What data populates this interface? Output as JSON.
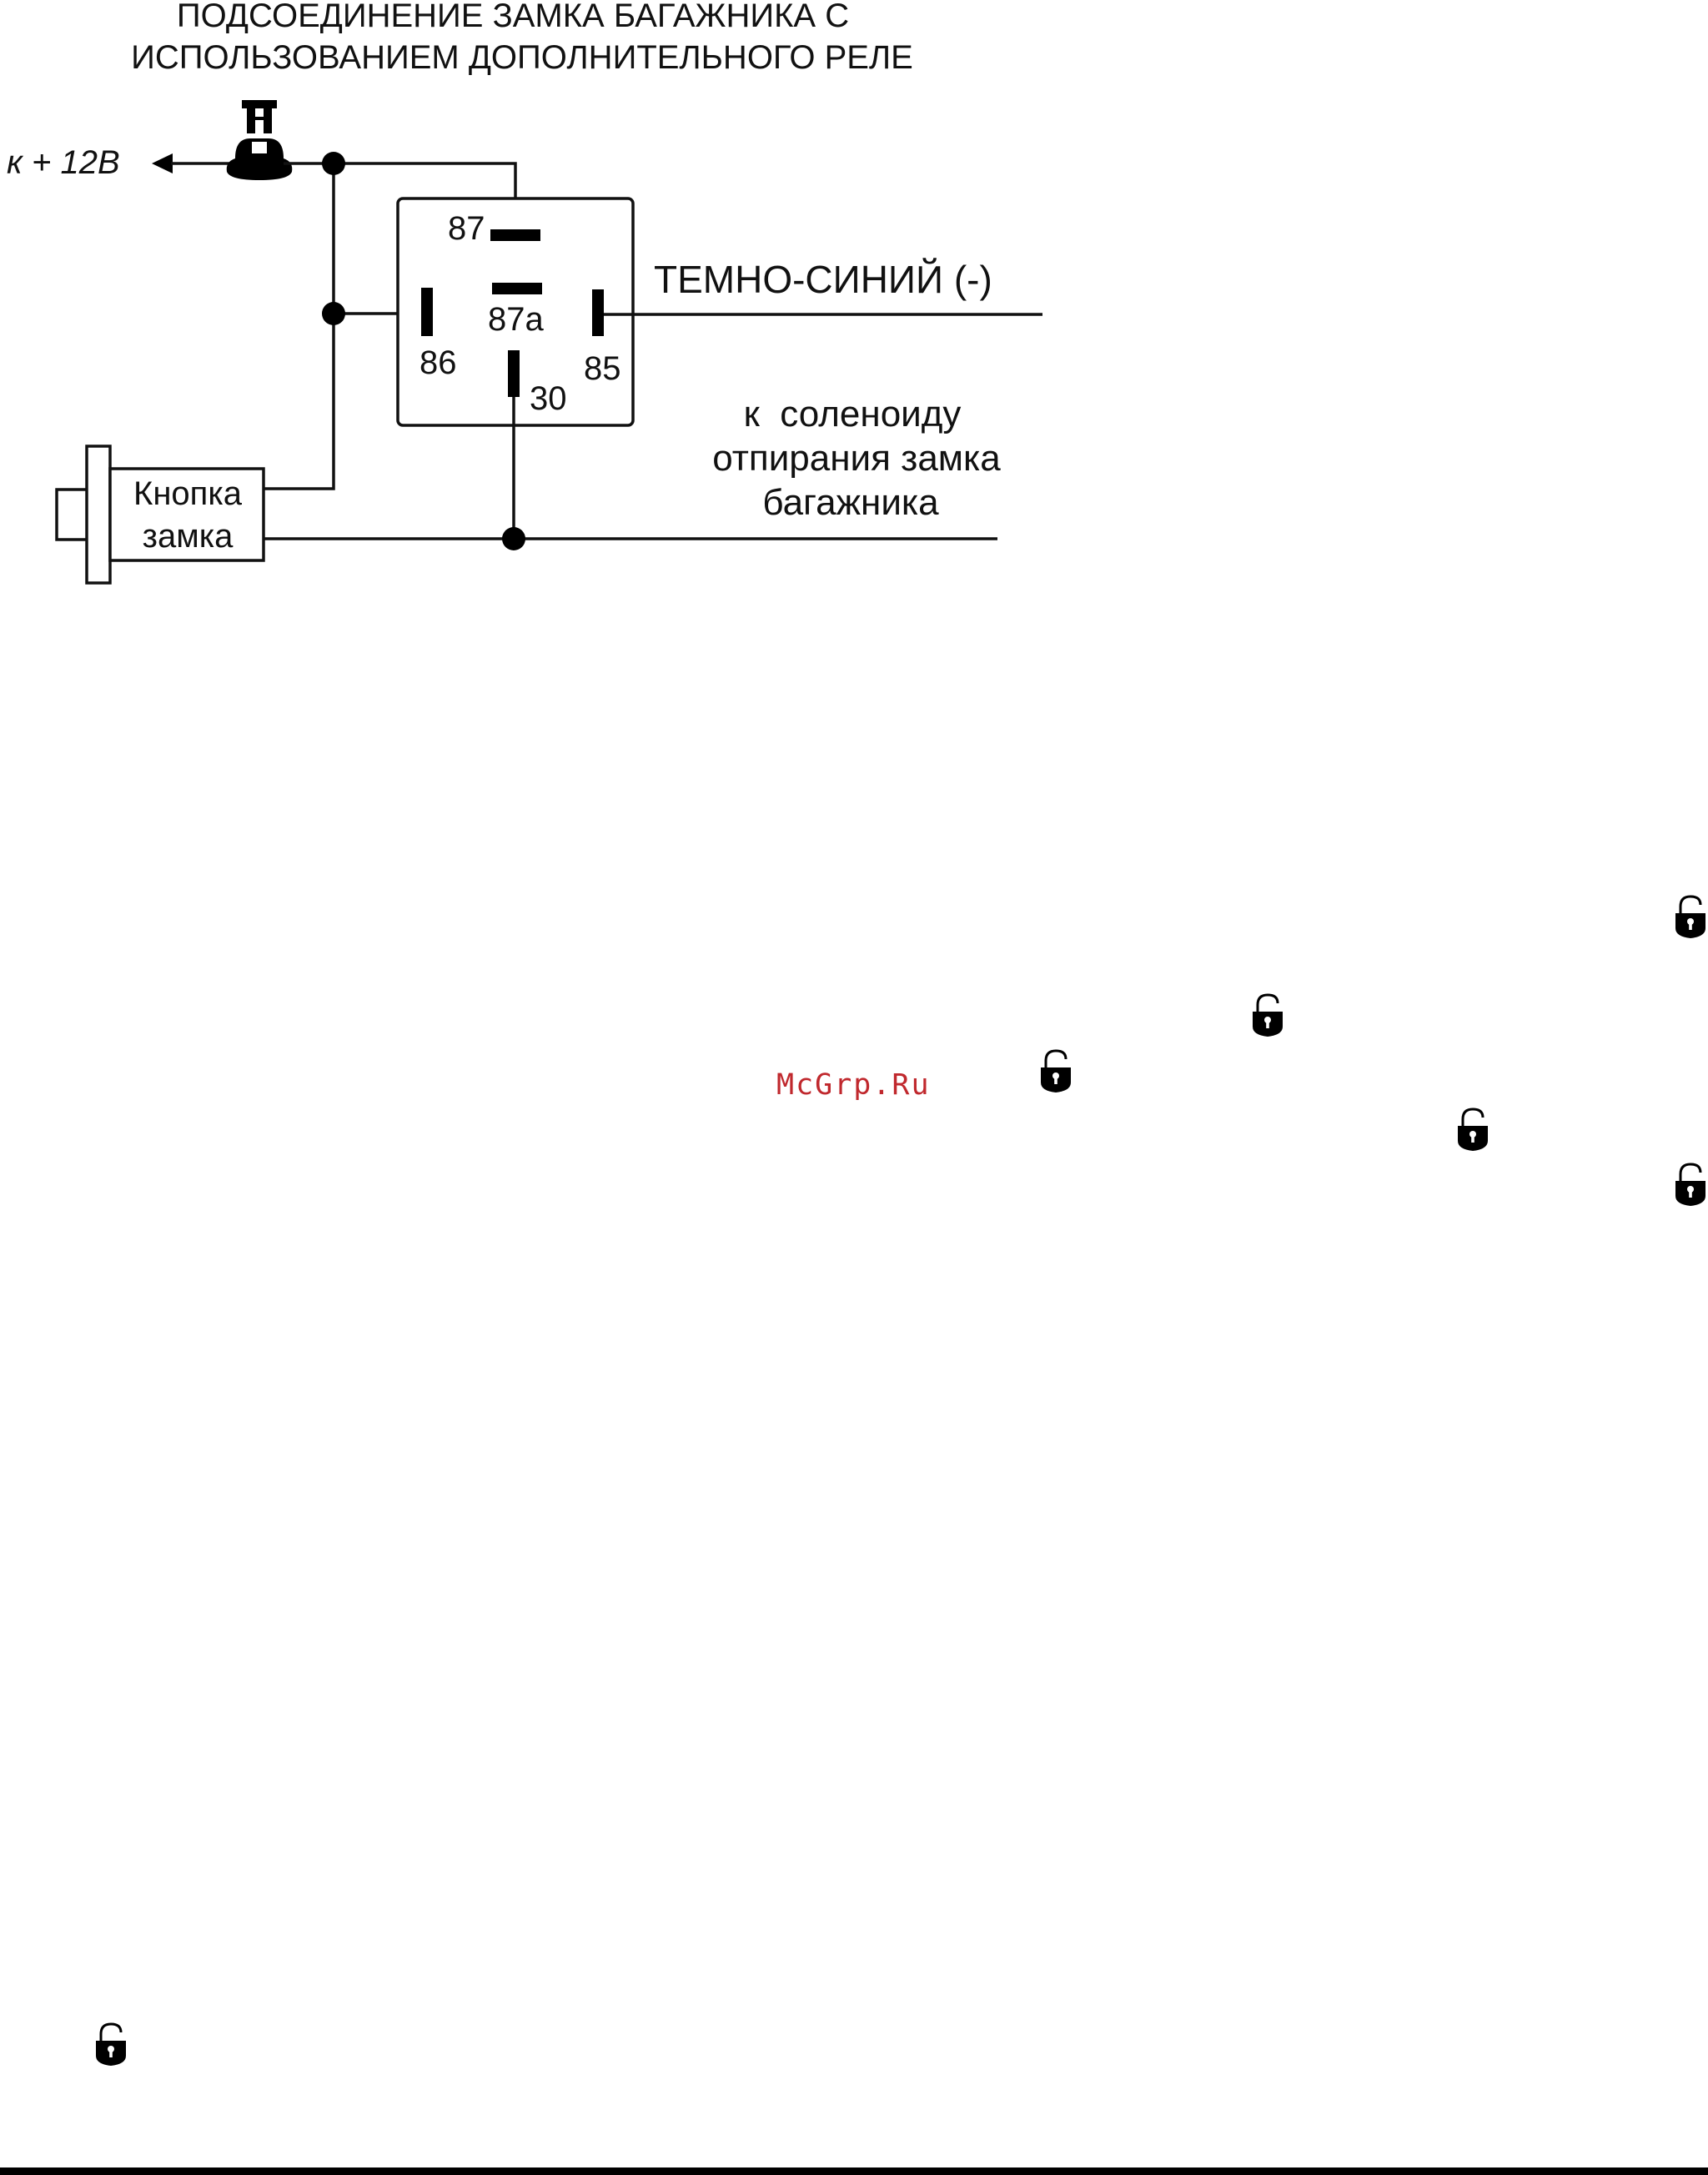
{
  "title": {
    "line1": "ПОДСОЕДИНЕНИЕ ЗАМКА БАГАЖНИКА С",
    "line2": "ИСПОЛЬЗОВАНИЕМ ДОПОЛНИТЕЛЬНОГО РЕЛЕ"
  },
  "supply_label": "к + 12В",
  "relay": {
    "pin_87": "87",
    "pin_87a": "87а",
    "pin_86": "86",
    "pin_85": "85",
    "pin_30": "30"
  },
  "wire_label_dark_blue": "ТЕМНО-СИНИЙ (-)",
  "solenoid_label": {
    "line1": "к  соленоиду",
    "line2": "отпирания замка",
    "line3": "багажника"
  },
  "button_label": {
    "line1": "Кнопка",
    "line2": "замка"
  },
  "watermark": {
    "text": "McGrp.Ru",
    "color": "#c0282d"
  },
  "icons": {
    "fuse": "fuse-icon",
    "lock": "padlock-open-icon"
  },
  "colors": {
    "ink": "#111111",
    "background": "#ffffff"
  }
}
